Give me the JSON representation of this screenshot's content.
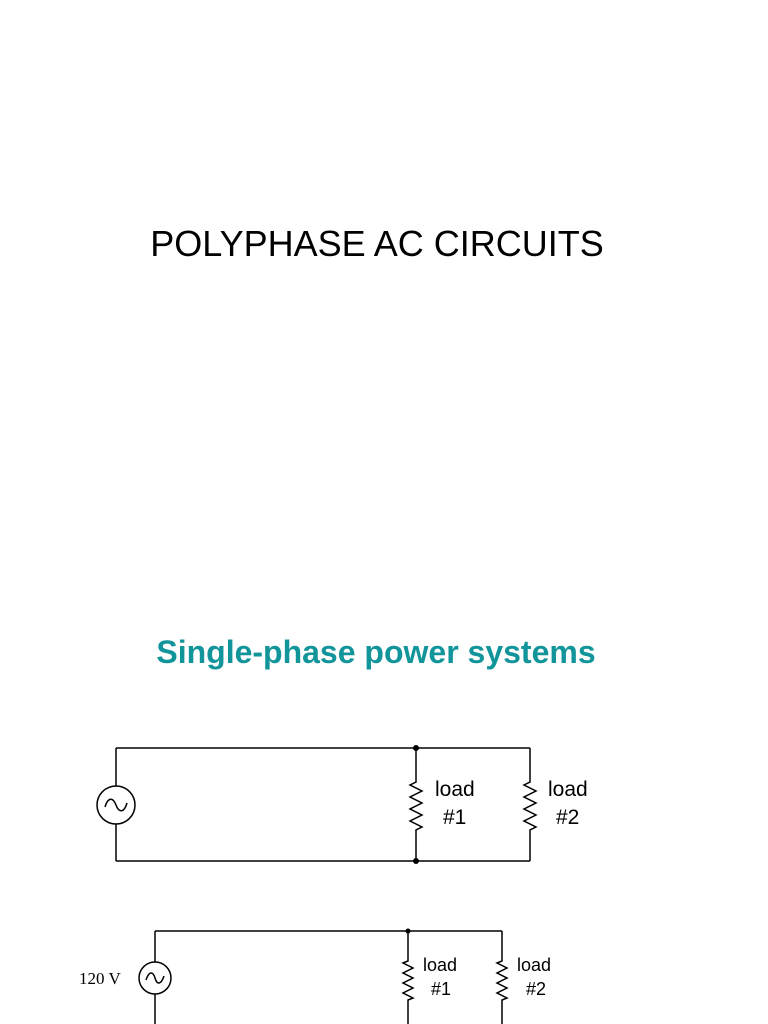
{
  "slide1": {
    "title": "POLYPHASE AC CIRCUITS"
  },
  "slide2": {
    "heading": "Single-phase power systems",
    "heading_color": "#12959a",
    "circuit_top": {
      "load1_line1": "load",
      "load1_line2": "#1",
      "load2_line1": "load",
      "load2_line2": "#2"
    },
    "circuit_bottom": {
      "source_label": "120 V",
      "load1_line1": "load",
      "load1_line2": "#1",
      "load2_line1": "load",
      "load2_line2": "#2"
    }
  }
}
